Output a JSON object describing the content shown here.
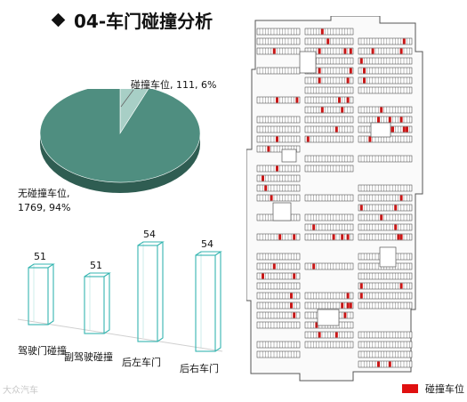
{
  "title": "04-车门碰撞分析",
  "watermark": "大众汽车",
  "chart_data": [
    {
      "type": "pie",
      "slices": [
        {
          "label": "碰撞车位",
          "value": 111,
          "percent": "6%",
          "display": "碰撞车位, 111, 6%",
          "color": "#a8cfc6"
        },
        {
          "label": "无碰撞车位",
          "value": 1769,
          "percent": "94%",
          "display_line1": "无碰撞车位,",
          "display_line2": "1769, 94%",
          "color": "#4f8e80"
        }
      ]
    },
    {
      "type": "bar",
      "style": "3d-wireframe",
      "categories": [
        "驾驶门碰撞",
        "副驾驶碰撞",
        "后左车门",
        "后右车门"
      ],
      "values": [
        51,
        51,
        54,
        54
      ],
      "bar_color": "#35b5b0"
    }
  ],
  "legend": {
    "label": "碰撞车位",
    "color": "#e01010"
  }
}
